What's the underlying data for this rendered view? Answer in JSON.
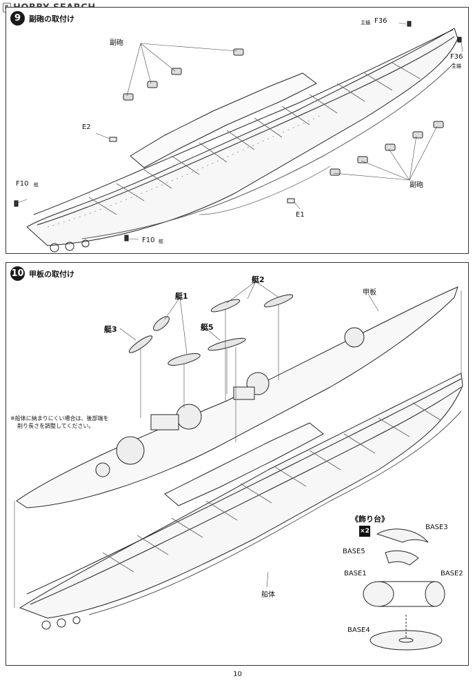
{
  "watermark": {
    "brand": "HOBBY SEARCH"
  },
  "step9": {
    "number": "9",
    "title": "副砲の取付け",
    "labels": {
      "secondary_guns_top": "副砲",
      "secondary_guns_bottom": "副砲",
      "e2": "E2",
      "e1": "E1",
      "f10_left": "F10",
      "f10_left_note": "舷",
      "f10_bottom": "F10",
      "f10_bottom_note": "舷",
      "f36_top_note": "主錨",
      "f36_top": "F36",
      "f36_right": "F36",
      "f36_right_note": "主錨"
    }
  },
  "step10": {
    "number": "10",
    "title": "甲板の取付け",
    "labels": {
      "boat2": "艇2",
      "boat1": "艇1",
      "boat3": "艇3",
      "boat5": "艇5",
      "deck": "甲板",
      "hull": "船体"
    },
    "note_lines": [
      "※船体に納まりにくい場合は、後部端を",
      "削り長さを調整してください。"
    ],
    "base_section": {
      "title": "《飾り台》",
      "icon": "×2",
      "parts": {
        "base1": "BASE1",
        "base2": "BASE2",
        "base3": "BASE3",
        "base4": "BASE4",
        "base5": "BASE5"
      }
    }
  },
  "page_number": "10"
}
